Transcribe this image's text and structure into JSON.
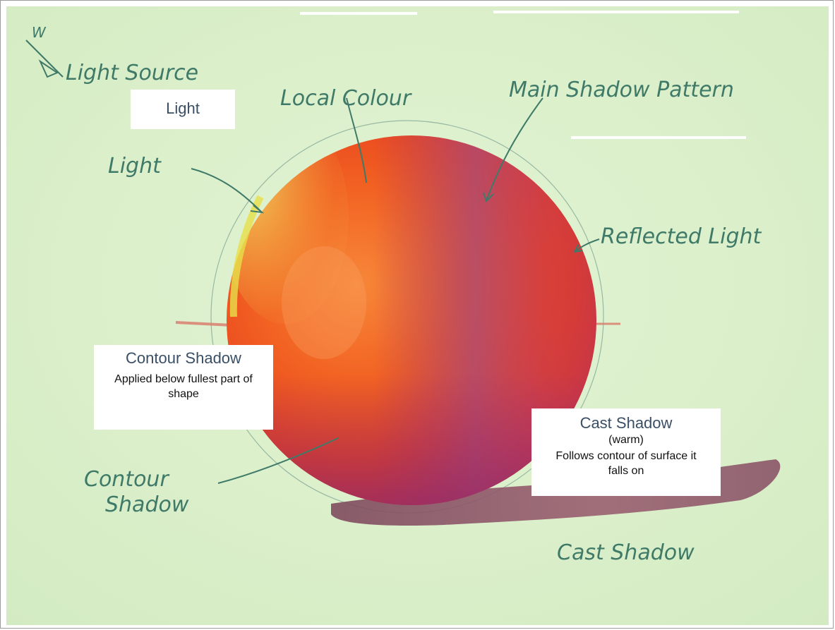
{
  "handwritten": {
    "w_mark": "W",
    "light_source": "Light Source",
    "local_colour": "Local Colour",
    "main_shadow_pattern": "Main Shadow Pattern",
    "light": "Light",
    "reflected_light": "Reflected Light",
    "contour_shadow_line1": "Contour",
    "contour_shadow_line2": "Shadow",
    "cast_shadow": "Cast Shadow"
  },
  "boxes": {
    "light": {
      "title": "Light"
    },
    "contour": {
      "title": "Contour Shadow",
      "text": "Applied below fullest part of shape"
    },
    "cast": {
      "title": "Cast Shadow",
      "subtitle": "(warm)",
      "text": "Follows contour of surface it falls on"
    }
  },
  "colors": {
    "paper": "#d9efc9",
    "sphere_orange": "#f05a1e",
    "sphere_magenta": "#b0396a",
    "highlight_yellow": "#e8e25a",
    "shadow_mauve": "#8f5a6a",
    "pencil_green": "#3f7a68"
  }
}
